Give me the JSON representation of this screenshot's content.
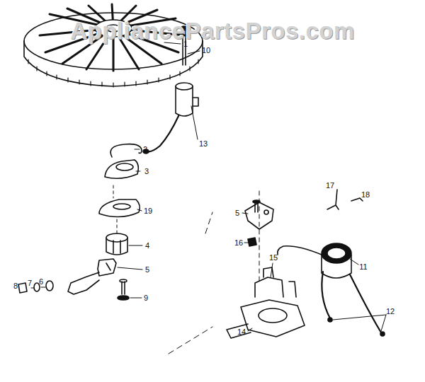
{
  "diagram": {
    "labels": [
      "AppliancePartsPros.com",
      "1",
      "10",
      "13",
      "2",
      "3",
      "19",
      "5",
      "16",
      "17",
      "18",
      "11",
      "4",
      "5",
      "6",
      "7",
      "8",
      "9",
      "15",
      "14",
      "12"
    ]
  }
}
